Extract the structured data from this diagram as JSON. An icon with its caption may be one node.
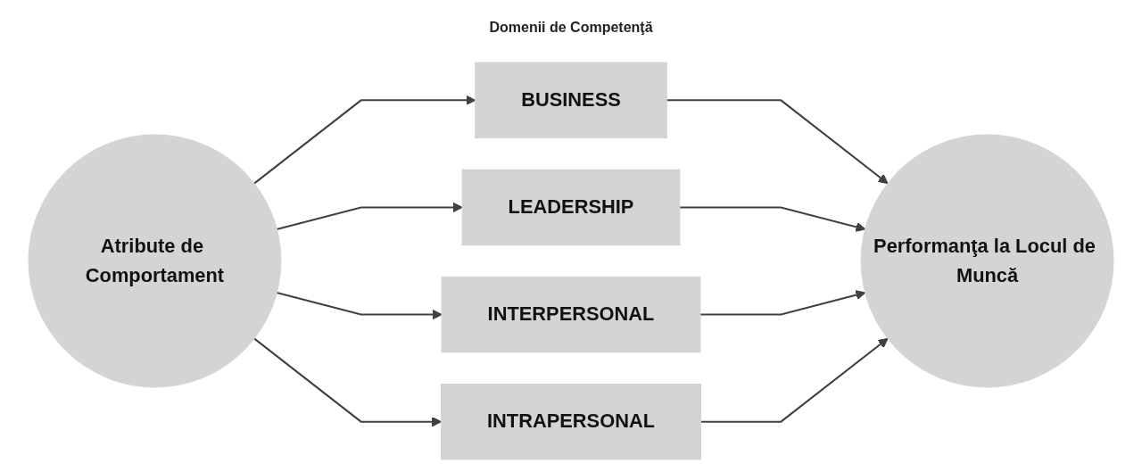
{
  "diagram": {
    "title": "Domenii de Competenţă",
    "nodes": [
      {
        "text": [
          "Atribute de Comportament"
        ]
      },
      {
        "text": [
          "BUSINESS"
        ]
      },
      {
        "text": [
          "LEADERSHIP"
        ]
      },
      {
        "text": [
          "INTERPERSONAL"
        ]
      },
      {
        "text": [
          "INTRAPERSONAL"
        ]
      },
      {
        "text": [
          "Performanţa la Locul de Muncă"
        ]
      }
    ],
    "edges": [
      {
        "from": 0,
        "to": 1,
        "arrow": "to"
      },
      {
        "from": 0,
        "to": 2,
        "arrow": "to"
      },
      {
        "from": 0,
        "to": 3,
        "arrow": "to"
      },
      {
        "from": 0,
        "to": 4,
        "arrow": "to"
      },
      {
        "from": 1,
        "to": 5,
        "arrow": "to"
      },
      {
        "from": 2,
        "to": 5,
        "arrow": "to"
      },
      {
        "from": 3,
        "to": 5,
        "arrow": "to"
      },
      {
        "from": 4,
        "to": 5,
        "arrow": "to"
      }
    ]
  }
}
